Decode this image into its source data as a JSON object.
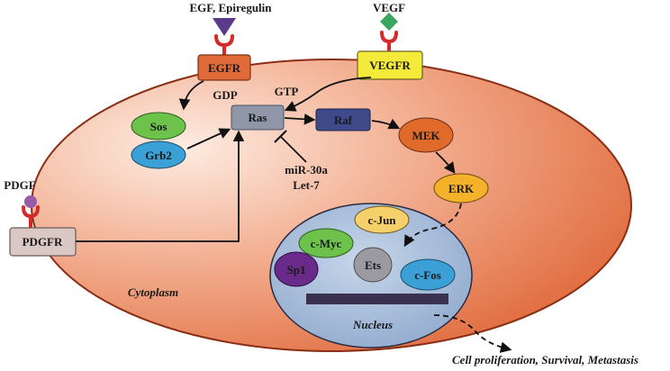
{
  "ligands": {
    "egf": "EGF, Epiregulin",
    "vegf": "VEGF",
    "pdgf": "PDGF"
  },
  "receptors": {
    "egfr": "EGFR",
    "vegfr": "VEGFR",
    "pdgfr": "PDGFR"
  },
  "nodes": {
    "sos": "Sos",
    "grb2": "Grb2",
    "ras": "Ras",
    "raf": "Raf",
    "mek": "MEK",
    "erk": "ERK"
  },
  "labels": {
    "gdp": "GDP",
    "gtp": "GTP",
    "mirna_1": "miR-30a",
    "mirna_2": "Let-7",
    "cytoplasm": "Cytoplasm",
    "nucleus": "Nucleus",
    "outcome": "Cell proliferation, Survival, Metastasis"
  },
  "nucleus_factors": {
    "cjun": "c-Jun",
    "cmyc": "c-Myc",
    "sp1": "Sp1",
    "ets": "Ets",
    "cfos": "c-Fos"
  },
  "colors": {
    "cell_fill_light": "#fbe3d4",
    "cell_fill_dark": "#e27244",
    "cell_stroke": "#8a2e14",
    "receptor_red": "#d42a2a",
    "egf_ligand": "#5a3a8a",
    "vegf_ligand": "#3aa660",
    "pdgf_ligand": "#9a5aaa",
    "egfr_box": "#e06a3a",
    "vegfr_box": "#f4ea3a",
    "pdgfr_box": "#d9c8c4",
    "sos": "#6cc24a",
    "grb2": "#3aa0d6",
    "ras": "#8e96a8",
    "raf": "#3e4a8a",
    "mek": "#e06a2a",
    "erk": "#f4b12a",
    "nucleus_fill": "#9fb6d6",
    "cjun": "#f6d06a",
    "cmyc": "#6cc24a",
    "sp1": "#6a2a8a",
    "ets": "#9a9aa0",
    "cfos": "#3aa0d6",
    "dna_bar": "#3a3050"
  }
}
